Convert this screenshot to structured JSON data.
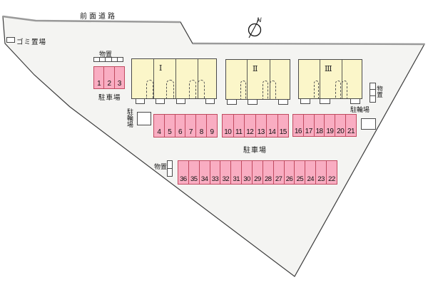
{
  "site": {
    "road_label": "前面道路",
    "garbage_label": "ゴミ置場",
    "north_label": "N",
    "parking_label_upper": "駐車場",
    "parking_label_center": "駐車場",
    "bike_parking_label_left": "駐輪場",
    "bike_parking_label_right": "駐輪場",
    "storage_label_top": "物置",
    "storage_label_right": "物置",
    "storage_label_bottom": "物置"
  },
  "buildings": [
    {
      "name": "Ⅰ",
      "units": 4
    },
    {
      "name": "Ⅱ",
      "units": 3
    },
    {
      "name": "Ⅲ",
      "units": 3
    }
  ],
  "parking": {
    "row1": [
      "1",
      "2",
      "3"
    ],
    "row2a": [
      "4",
      "5",
      "6",
      "7",
      "8",
      "9"
    ],
    "row2b": [
      "10",
      "11",
      "12",
      "13",
      "14",
      "15"
    ],
    "row2c": [
      "16",
      "17",
      "18",
      "19",
      "20",
      "21"
    ],
    "row3": [
      "36",
      "35",
      "34",
      "33",
      "32",
      "31",
      "30",
      "29",
      "28",
      "27",
      "26",
      "25",
      "24",
      "23",
      "22"
    ]
  },
  "colors": {
    "site_fill": "#F4F4F2",
    "boundary": "#3C3C3C",
    "road_edge": "#9A9A9A",
    "building_fill": "#FBF6C9",
    "parking_fill": "#F9ADC2",
    "parking_border": "#C04A60"
  }
}
